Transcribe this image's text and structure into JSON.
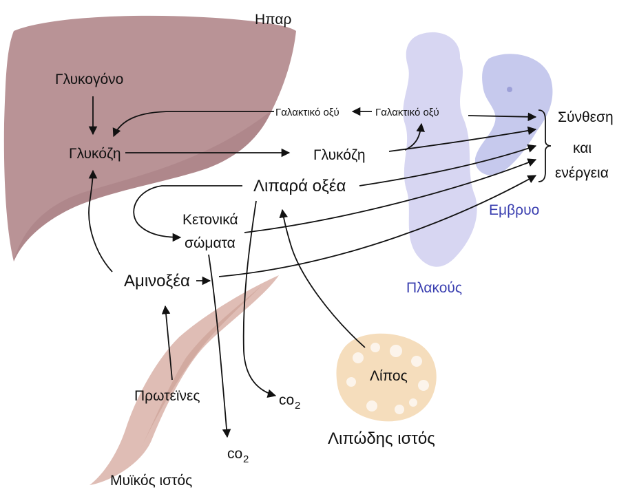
{
  "colors": {
    "liver": "#b99396",
    "liver_dark": "#9e7477",
    "placenta": "#c9c8ee",
    "embryo": "#b8bbe8",
    "muscle": "#d9b1a8",
    "fat": "#f4d9b5",
    "text": "#111111",
    "blue_text": "#3a3fb0"
  },
  "labels": {
    "liver": "Ηπαρ",
    "glycogen": "Γλυκογόνο",
    "glucose_liver": "Γλυκόζη",
    "glucose_blood": "Γλυκόζη",
    "lactate_left": "Γαλακτικό οξύ",
    "lactate_right": "Γαλακτικό οξύ",
    "fatty_acids": "Λιπαρά οξέα",
    "ketone_1": "Κετονικά",
    "ketone_2": "σώματα",
    "amino_acids": "Αμινοξέα",
    "proteins": "Πρωτεϊνες",
    "muscle_tissue": "Μυϊκός ιστός",
    "fat": "Λίπος",
    "adipose_tissue": "Λιπώδης ιστός",
    "co2_a": "co",
    "co2_b": "co",
    "co2_sub": "2",
    "synthesis_1": "Σύνθεση",
    "synthesis_2": "και",
    "synthesis_3": "ενέργεια",
    "embryo": "Εμβρυο",
    "placenta": "Πλακούς"
  }
}
